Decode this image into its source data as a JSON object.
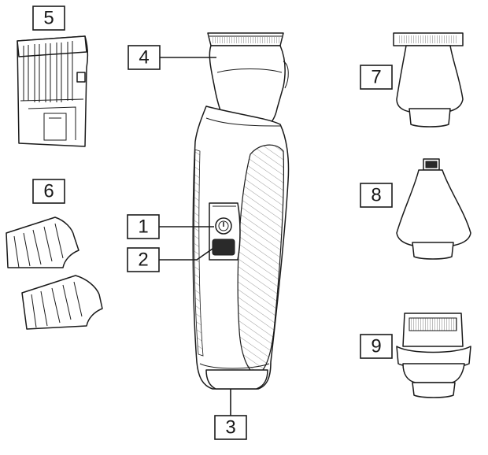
{
  "colors": {
    "stroke": "#1a1a1a",
    "background": "#ffffff"
  },
  "labels": {
    "l1": "1",
    "l2": "2",
    "l3": "3",
    "l4": "4",
    "l5": "5",
    "l6": "6",
    "l7": "7",
    "l8": "8",
    "l9": "9"
  }
}
